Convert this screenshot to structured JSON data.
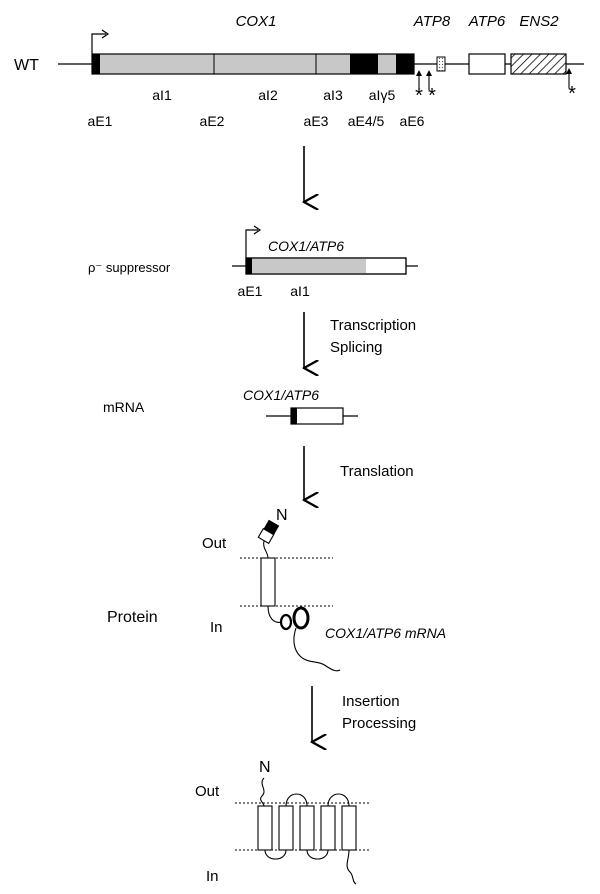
{
  "wt": {
    "label": "WT",
    "genes": {
      "cox1": "COX1",
      "atp8": "ATP8",
      "atp6": "ATP6",
      "ens2": "ENS2"
    },
    "introns": [
      "aI1",
      "aI2",
      "aI3",
      "aIγ5"
    ],
    "exons": [
      "aE1",
      "aE2",
      "aE3",
      "aE4/5",
      "aE6"
    ],
    "star": "*"
  },
  "suppressor": {
    "label_rho": "ρ",
    "label_sup": "⁻ suppressor",
    "gene": "COX1/ATP6",
    "exon": "aE1",
    "intron": "aI1"
  },
  "steps": {
    "transcription": "Transcription",
    "splicing": "Splicing",
    "translation": "Translation",
    "insertion": "Insertion",
    "processing": "Processing"
  },
  "mrna": {
    "label": "mRNA",
    "gene": "COX1/ATP6"
  },
  "protein": {
    "label": "Protein",
    "out": "Out",
    "in": "In",
    "n_term": "N",
    "mrna_label": "COX1/ATP6 mRNA"
  },
  "final": {
    "out": "Out",
    "in": "In",
    "n_term": "N"
  }
}
